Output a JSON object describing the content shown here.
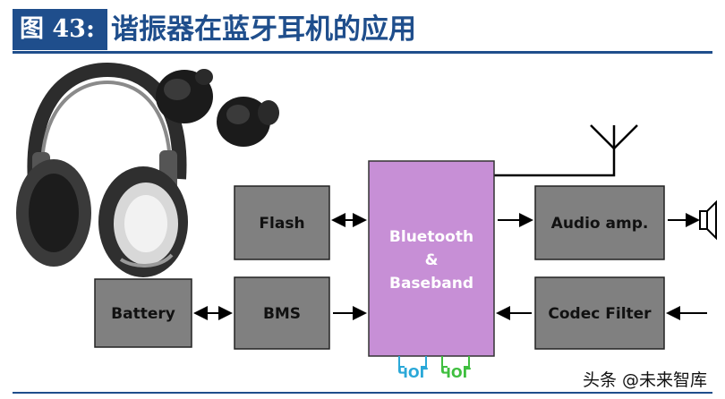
{
  "header": {
    "figure_label": "图 43:",
    "title": "谐振器在蓝牙耳机的应用"
  },
  "blocks": {
    "flash": "Flash",
    "bluetooth_line1": "Bluetooth",
    "bluetooth_line2": "&",
    "bluetooth_line3": "Baseband",
    "audio_amp": "Audio amp.",
    "battery": "Battery",
    "bms": "BMS",
    "codec_filter": "Codec Filter"
  },
  "crystal_labels": [
    "ЧОГ",
    "ЧОГ"
  ],
  "watermark": "头条 @未来智库",
  "colors": {
    "accent": "#1f4e8c",
    "block_gray": "#808080",
    "bluetooth_purple": "#c78fd6",
    "crystal_blue": "#2aa8d8",
    "crystal_green": "#3fbf3f"
  }
}
